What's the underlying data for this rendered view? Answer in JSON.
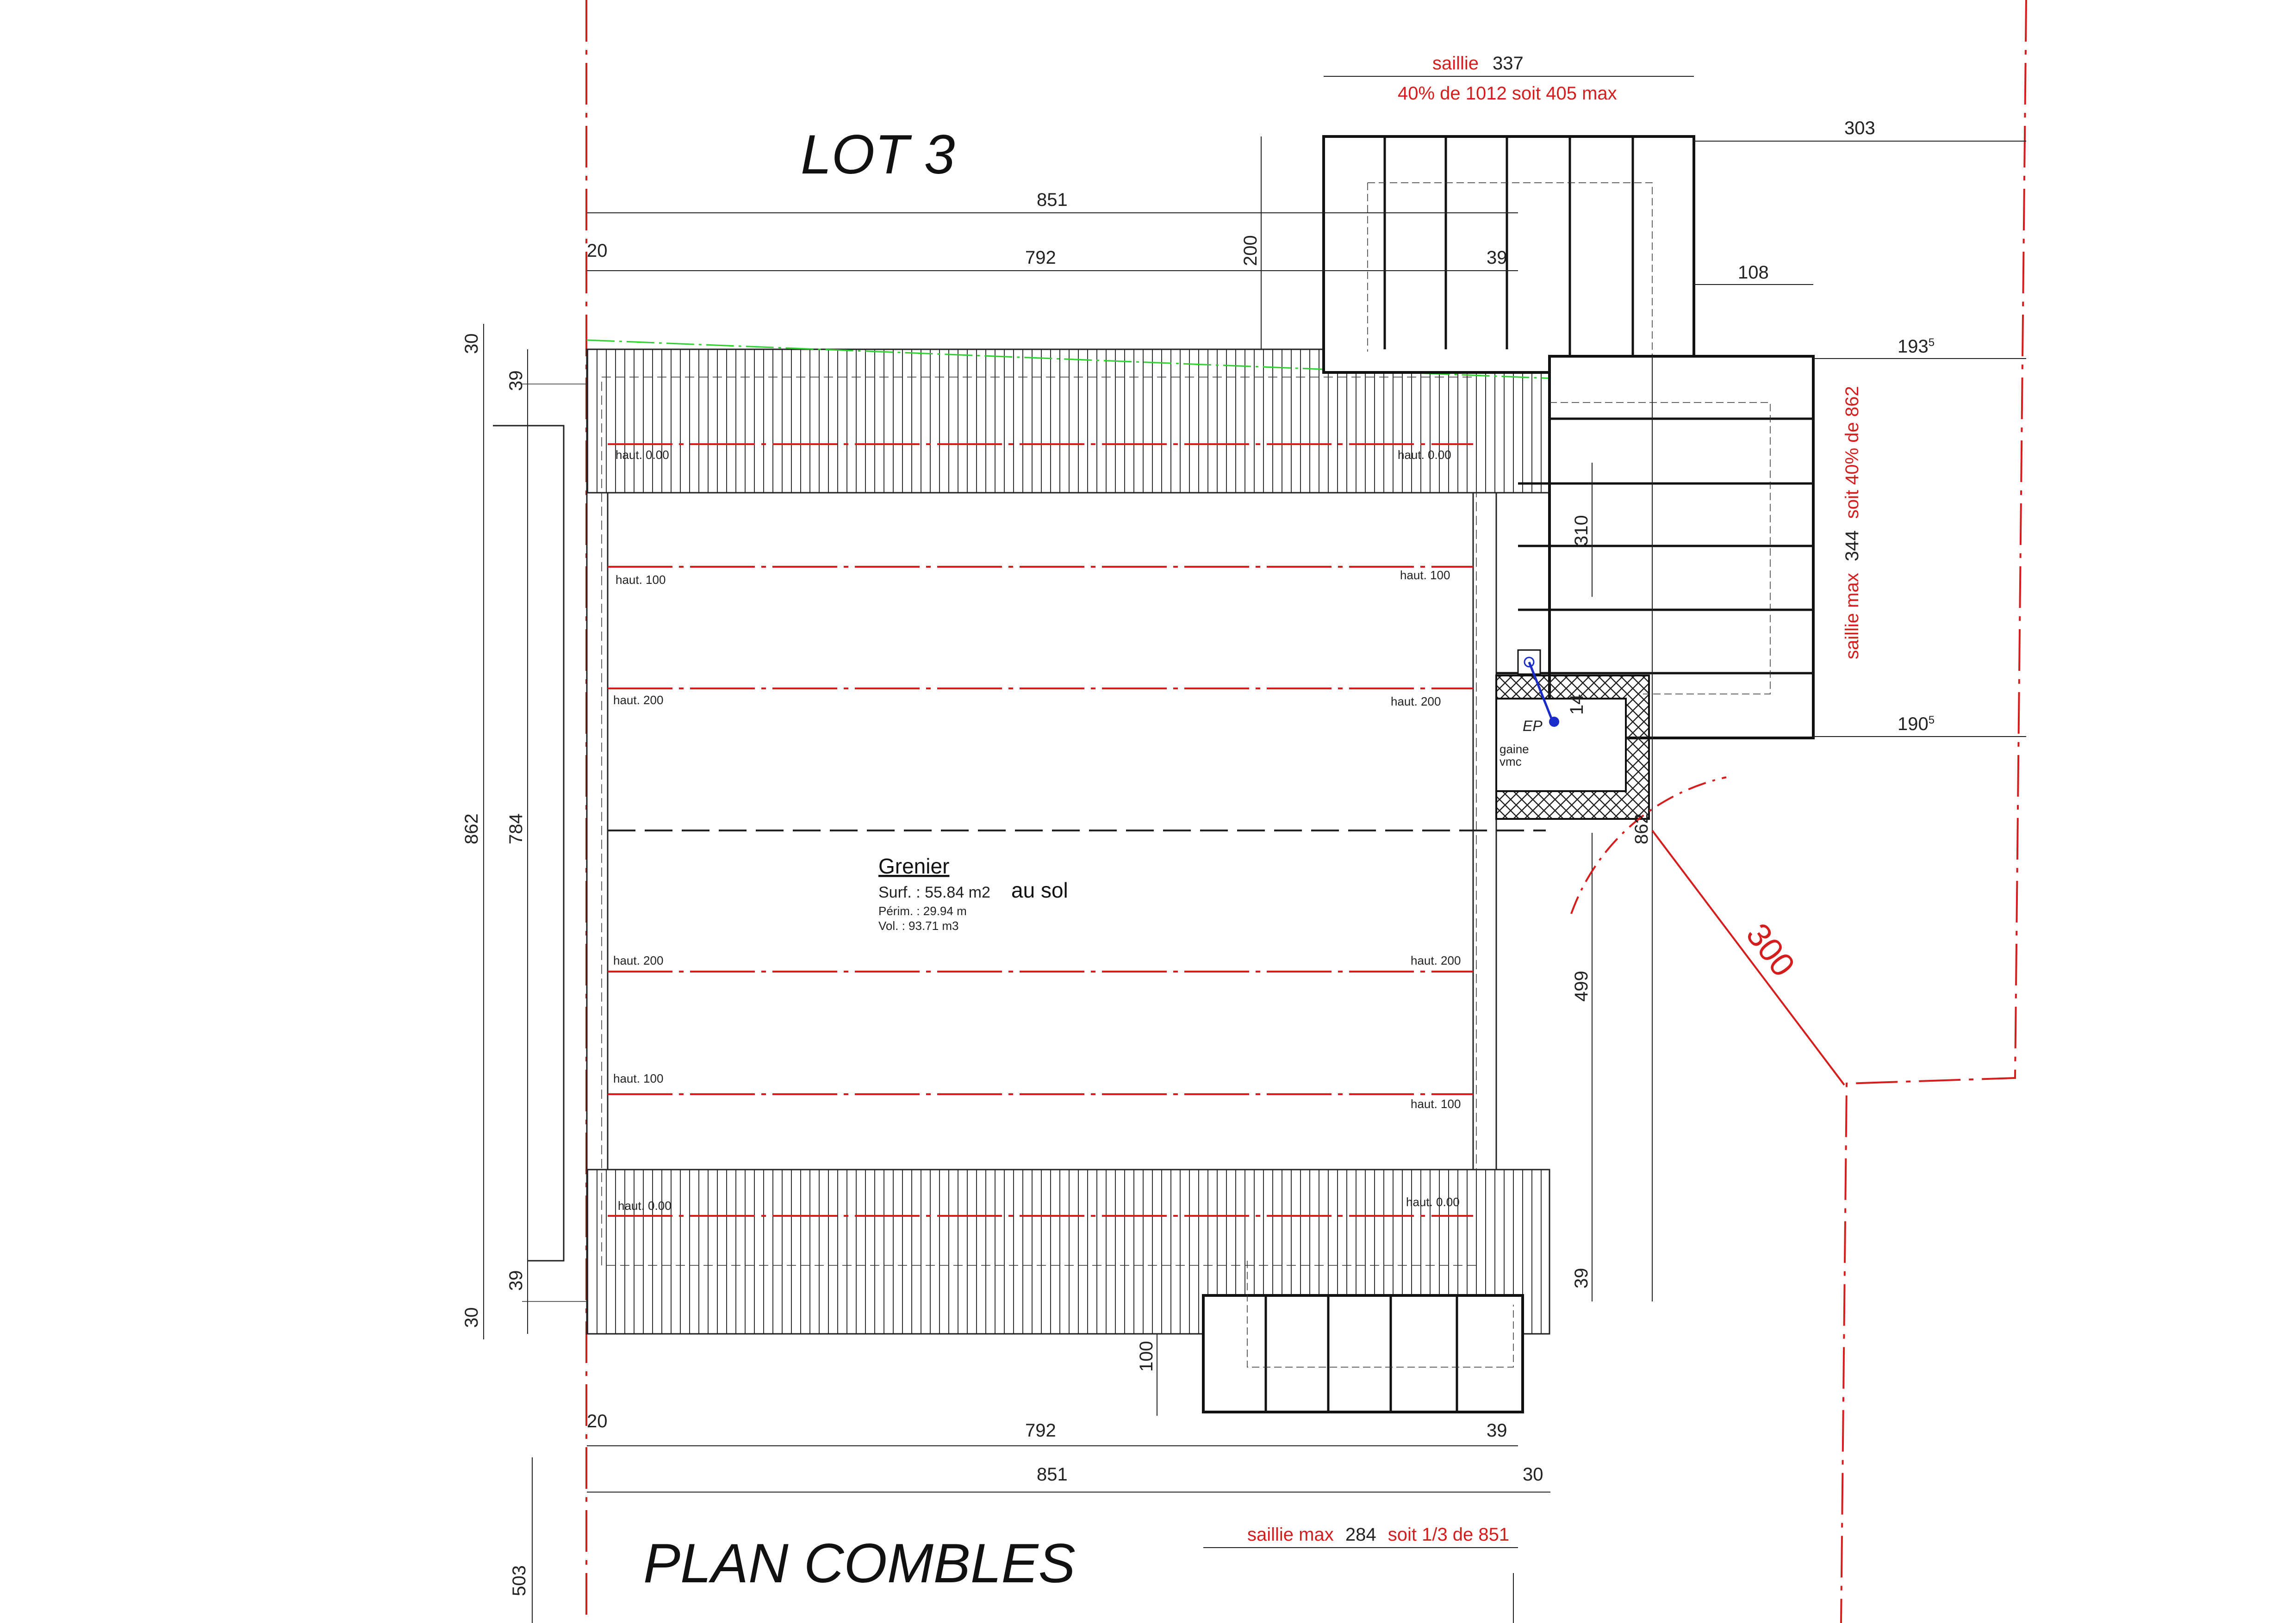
{
  "titles": {
    "lot": "LOT 3",
    "plan": "PLAN COMBLES"
  },
  "room": {
    "name": "Grenier",
    "surface": "Surf.  : 55.84 m2",
    "surface_note": "au sol",
    "perimeter": "Périm. : 29.94 m",
    "volume": "Vol.   : 93.71 m3"
  },
  "heights": {
    "h0": "haut. 0.00",
    "h100": "haut. 100",
    "h200": "haut. 200"
  },
  "dims": {
    "d851": "851",
    "d792": "792",
    "d20": "20",
    "d39": "39",
    "d30": "30",
    "d200": "200",
    "d303": "303",
    "d108": "108",
    "d310": "310",
    "d14": "14",
    "d862": "862",
    "d784": "784",
    "d499": "499",
    "d100": "100",
    "d503": "503",
    "d300": "300",
    "d337": "337",
    "d344": "344",
    "d284": "284",
    "d1935": "193",
    "d1905": "190",
    "sup5": "5"
  },
  "annotations": {
    "saillie": "saillie",
    "saillie_rule": "40% de 1012 soit 405 max",
    "saillie_max": "saillie max",
    "saillie_max_tail": "soit 40% de 862",
    "saillie_bottom_tail": "soit 1/3 de 851",
    "ep": "EP",
    "gaine": "gaine",
    "vmc": "vmc"
  },
  "colors": {
    "boundary": "#d41d1d",
    "line": "#222222",
    "pipe": "#1a2bc7",
    "slope": "#2fd12f"
  }
}
